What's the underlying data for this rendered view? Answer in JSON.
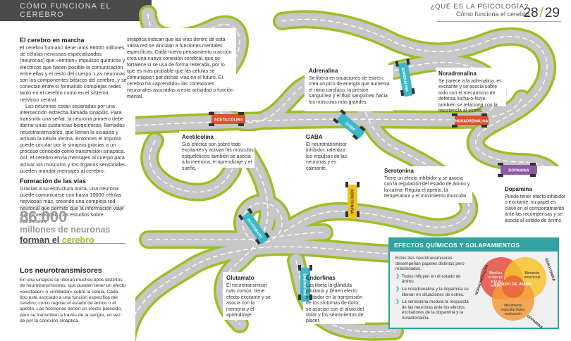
{
  "header": {
    "section": "CÓMO FUNCIONA EL CEREBRO",
    "question": "¿QUÉ ES LA PSICOLOGÍA?",
    "subtitle": "Cómo funciona el cerebro",
    "page_left": "28",
    "page_right": "29"
  },
  "left": {
    "h1": "El cerebro en marcha",
    "p1": "El cerebro humano tiene unos 86000 millones de células nerviosas especializadas (neuronas) que «emiten» impulsos químicos y eléctricos que hacen posible la comunicación entre ellas y el resto del cuerpo. Las neuronas son los componentes básicos del cerebro, y se conectan entre sí formando complejas redes tanto en el cerebro como en el sistema nervioso central.",
    "p2": "Las neuronas están separadas por una intersección estrecha llamada sinapsis. Para transmitir una señal, la neurona primero debe liberar unas sustancias bioquímicas, llamadas neurotransmisores, que llenan la sinapsis y activan la célula vecina. Entonces el impulso puede circular por la sinapsis gracias a un proceso conocido como transmisión sináptica. Así, el cerebro envía mensajes al cuerpo para activar los músculos y los órganos sensoriales pueden mandar mensajes al cerebro.",
    "h2": "Formación de las vías",
    "p3": "Gracias a su estructura única, una neurona puede comunicarse con hasta 10000 células nerviosas más, creando una compleja red neuronal que permite que la información viaje a gran velocidad. Los estudios sobre transmisión",
    "big_number": "86 000",
    "big_line1": "millones de neuronas",
    "big_line2a": "forman el ",
    "big_line2b": "cerebro",
    "h3": "Los neurotransmisores",
    "p4": "En una sinapsis se liberan muchos tipos distintos de neurotransmisores, que pueden tener un efecto «excitador» o «inhibidor» sobre la célula. Cada tipo está asociado a una función específica del cerebro, como regular el estado de ánimo o el apetito. Las hormonas tienen un efecto parecido, pero se transmiten a través de la sangre, en vez de por la conexión sináptica."
  },
  "middle_col": {
    "p": "sináptica indican que las vías dentro de esta vasta red se vinculan a funciones mentales específicas. Cada nuevo pensamiento o acción crea una nueva conexión cerebral, que se fortalece si se usa de forma reiterada, por lo que es más probable que las células se comuniquen por dichas vías en el futuro. El cerebro ha «aprendido» las conexiones neuronales asociadas a esta actividad o función mental."
  },
  "neurotransmitters": [
    {
      "name": "Adrenalina",
      "text": "Se libera en situaciones de estrés; crea un pico de energía que aumenta el ritmo cardíaco, la presión sanguínea y el flujo sanguíneo hacia los músculos más grandes."
    },
    {
      "name": "Noradrenalina",
      "text": "Se parece a la adrenalina, es excitante y se asocia sobre todo con el mecanismo de defensa lucha-o-huye; también se relaciona con la resistencia al estrés."
    },
    {
      "name": "Acetilcolina",
      "text": "Sus efectos son sobre todo excitantes y activan los músculos esqueléticos; también se asocia a la memoria, el aprendizaje y el sueño."
    },
    {
      "name": "GABA",
      "text": "El neurotransmisor inhibidor; ralentiza los impulsos de las neuronas y es calmante."
    },
    {
      "name": "Serotonina",
      "text": "Tiene un efecto inhibidor y se asocia con la regulación del estado de ánimo y la calma. Regula el apetito, la temperatura y el movimiento muscular."
    },
    {
      "name": "Dopamina",
      "text": "Puede tener efecto inhibidor o excitante; su papel es clave en el comportamiento ante las recompensas y se asocia al estado de ánimo."
    },
    {
      "name": "Glutamato",
      "text": "El neurotransmisor más común; tiene efecto excitante y se asocia con la memoria y el aprendizaje."
    },
    {
      "name": "Endorfinas",
      "text": "Las libera la glándula pituitaria y tienen efecto inhibidor en la transmisión de los síntomas de dolor; se asocian con el alivio del dolor y los sentimientos de placer."
    }
  ],
  "car_labels": [
    "ACETILCOLINA",
    "NORADRENALINA",
    "DOPAMINA",
    "SEROTONINA",
    "GABA",
    "ADRENALINA",
    "GLUTAMATO",
    "ENDORFINA"
  ],
  "box": {
    "title": "EFECTOS QUÍMICOS Y SOLAPAMIENTOS",
    "intro": "Estos tres neurotransmisores desempeñan papeles distintos pero relacionados.",
    "items": [
      "Todos influyen en el estado de ánimo.",
      "La noradrenalina y la dopamina se liberan en situaciones de estrés.",
      "La serotonina modula la respuesta de las neuronas ante los efectos excitadores de la dopamina y la noradrenalina."
    ],
    "venn_labels": {
      "left": "NORADRENALINA",
      "right": "SEROTONINA",
      "bottom": "DOPAMINA",
      "left_only": "Moviliza el cuerpo ante el estrés",
      "right_only": "Bienestar emocional",
      "center": "ESTADO DE ÁNIMO",
      "bottom_only": "Movimiento muscular fluido; motivación"
    }
  },
  "colors": {
    "road": "#c7c7c7",
    "road_edge": "#9bbf23",
    "accent": "#9bbf23",
    "teal": "#32a3a0",
    "adrenaline_car": "#3ab7c9",
    "red_car": "#e0502e",
    "purple_car": "#8c5ba6",
    "yellow_car": "#f2c418",
    "orange": "#f3a23a"
  }
}
